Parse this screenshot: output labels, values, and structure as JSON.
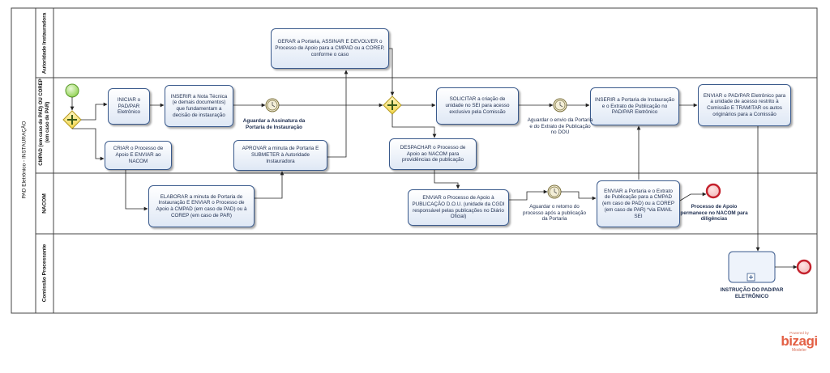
{
  "pool": {
    "title": "PAD Eletrônico - INSTAURAÇÃO"
  },
  "lanes": [
    {
      "id": "autoridade",
      "label": "Autoridade Instauradora"
    },
    {
      "id": "cmpad",
      "label": "CMPAD (em caso de PAD) OU COREP (em caso de PAR)"
    },
    {
      "id": "nacom",
      "label": "NACOM"
    },
    {
      "id": "comissao",
      "label": "Comissão Processante"
    }
  ],
  "tasks": {
    "gerar_portaria": "GERAR a Portaria, ASSINAR E DEVOLVER o Processo de Apoio para a CMPAD ou a COREP, conforme o caso",
    "iniciar": "INICIAR o PAD/PAR Eletrônico",
    "inserir_nota": "INSERIR a Nota Técnica (e demais documentos) que fundamentam a decisão de instauração",
    "criar_processo": "CRIAR o Processo de Apoio E ENVIAR ao NACOM",
    "aprovar_minuta": "APROVAR a minuta de Portaria E SUBMETER à Autoridade Instauradora",
    "elaborar_minuta": "ELABORAR a minuta de Portaria de Instauração E ENVIAR o Processo de Apoio à CMPAD (em caso de PAD) ou à COREP (em caso de PAR)",
    "solicitar_unidade": "SOLICITAR a criação de unidade no SEI para acesso exclusivo pela Comissão",
    "despachar": "DESPACHAR o Processo de Apoio ao NACOM para providências de publicação",
    "inserir_portaria": "INSERIR a Portaria de Instauração e o Extrato de Publicação no PAD/PAR Eletrônico",
    "enviar_pad": "ENVIAR o PAD/PAR Eletrônico para a unidade de acesso restrito à Comissão E TRAMITAR os autos originários para a Comissão",
    "enviar_publicacao": "ENVIAR o Processo de Apoio à PUBLICAÇÃO D.O.U. (unidade da CGDI responsável pelas publicações no Diário Oficial)",
    "enviar_portaria_extrato": "ENVIAR a Portaria e o Extrato de Publicação para a CMPAD (em caso de PAD) ou a COREP (em caso de PAR) *via EMAIL SEI",
    "subprocess": "INSTRUÇÃO DO PAD/PAR ELETRÔNICO"
  },
  "events": {
    "aguardar_assinatura": "Aguardar a Assinatura da Portaria de Instauração",
    "aguardar_envio": "Aguardar o envio da Portaria e do Extrato de Publicação no DOU",
    "aguardar_retorno": "Aguardar o retorno do processo após a publicação da Portaria",
    "end_nacom": "Processo de Apoio permanece no NACOM para diligências"
  },
  "logo": {
    "small": "Powered by",
    "brand": "bizagi",
    "sub": "Modeler"
  },
  "colors": {
    "lane_border": "#444444",
    "task_border": "#3a5a8c",
    "start": "#8fd14f",
    "end": "#e0343e",
    "gateway": "#f2d64b",
    "logo": "#e35f44"
  }
}
